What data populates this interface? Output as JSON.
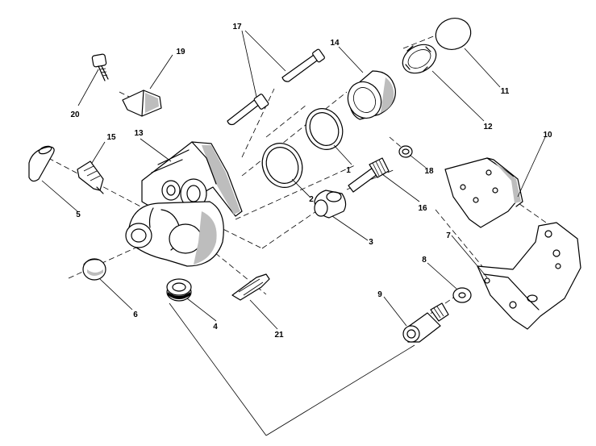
{
  "diagram": {
    "callouts": [
      {
        "id": "c1",
        "label": "1"
      },
      {
        "id": "c2",
        "label": "2"
      },
      {
        "id": "c3",
        "label": "3"
      },
      {
        "id": "c4",
        "label": "4"
      },
      {
        "id": "c5",
        "label": "5"
      },
      {
        "id": "c6",
        "label": "6"
      },
      {
        "id": "c7",
        "label": "7"
      },
      {
        "id": "c8",
        "label": "8"
      },
      {
        "id": "c9",
        "label": "9"
      },
      {
        "id": "c10",
        "label": "10"
      },
      {
        "id": "c11",
        "label": "11"
      },
      {
        "id": "c12",
        "label": "12"
      },
      {
        "id": "c13",
        "label": "13"
      },
      {
        "id": "c14",
        "label": "14"
      },
      {
        "id": "c15",
        "label": "15"
      },
      {
        "id": "c16",
        "label": "16"
      },
      {
        "id": "c17",
        "label": "17"
      },
      {
        "id": "c18",
        "label": "18"
      },
      {
        "id": "c19",
        "label": "19"
      },
      {
        "id": "c20",
        "label": "20"
      },
      {
        "id": "c21",
        "label": "21"
      }
    ]
  }
}
